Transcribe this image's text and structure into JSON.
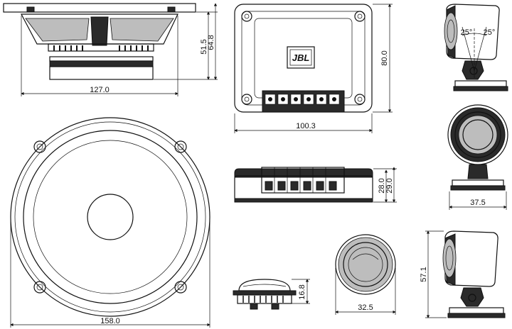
{
  "brand": "JBL",
  "dimensions": {
    "woofer_mount_depth": "51.5",
    "woofer_total_depth": "64.8",
    "woofer_side_width": "127.0",
    "woofer_diameter": "158.0",
    "crossover_width": "100.3",
    "crossover_height": "80.0",
    "crossover_depth_a": "28.0",
    "crossover_depth_b": "29.0",
    "tweeter_base_width": "37.5",
    "tweeter_height": "57.1",
    "flush_tweeter_diameter": "32.5",
    "flush_tweeter_depth": "16.8",
    "tilt_angle_left": "25°",
    "tilt_angle_right": "25°"
  }
}
